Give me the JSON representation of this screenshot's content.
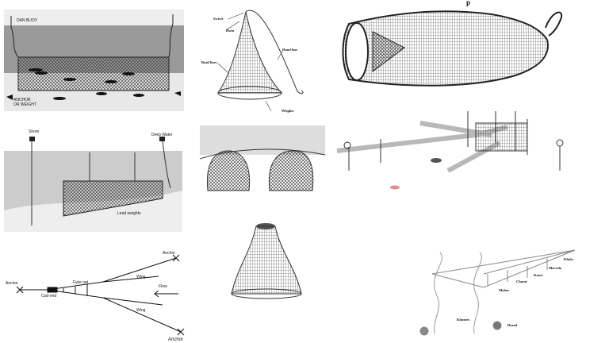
{
  "header_fragment": "p",
  "panels": {
    "gillnet": {
      "buoy_label": "DAN BUOY",
      "anchor_label_1": "ANCHOR",
      "anchor_label_2": "OR WEIGHT"
    },
    "cast_net": {
      "swivel": "Swivel",
      "horn": "Horn",
      "hand_line": "Hand line",
      "brail_lines": "Brail lines",
      "weights": "Weights"
    },
    "bottom_net": {
      "shore": "Shore",
      "deep_water": "Deep Water",
      "lead_weights": "Lead weights"
    },
    "fyke_net": {
      "anchor_left": "Anchor",
      "anchor_top": "Anchor",
      "anchor_bottom": "Anchor",
      "fyke_net": "Fyke net",
      "cod_end": "Cod-end",
      "wing_top": "Wing",
      "wing_bottom": "Wing",
      "flow": "Flow"
    },
    "stake_net": {
      "labels": [
        "Khola",
        "Macrola",
        "Katra",
        "Charat",
        "Mohor",
        "Khuntes",
        "Dozad"
      ]
    }
  }
}
